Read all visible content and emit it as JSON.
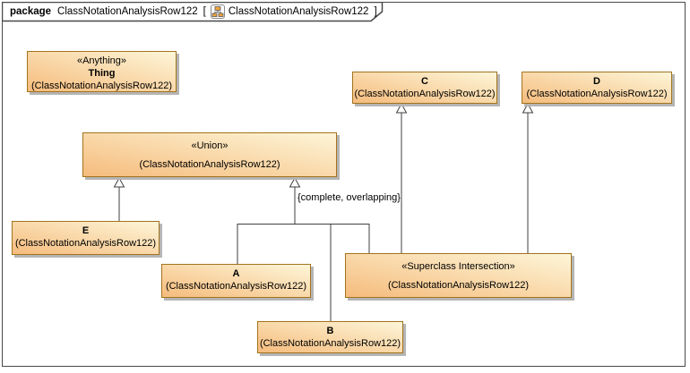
{
  "frame": {
    "keyword": "package",
    "package_name": "ClassNotationAnalysisRow122",
    "open_bracket": "[",
    "diagram_name": "ClassNotationAnalysisRow122",
    "close_bracket": "]"
  },
  "boxes": {
    "thing": {
      "stereotype": "«Anything»",
      "name": "Thing",
      "qualifier": "(ClassNotationAnalysisRow122)"
    },
    "union": {
      "stereotype": "«Union»",
      "qualifier": "(ClassNotationAnalysisRow122)"
    },
    "c": {
      "name": "C",
      "qualifier": "(ClassNotationAnalysisRow122)"
    },
    "d": {
      "name": "D",
      "qualifier": "(ClassNotationAnalysisRow122)"
    },
    "e": {
      "name": "E",
      "qualifier": "(ClassNotationAnalysisRow122)"
    },
    "a": {
      "name": "A",
      "qualifier": "(ClassNotationAnalysisRow122)"
    },
    "b": {
      "name": "B",
      "qualifier": "(ClassNotationAnalysisRow122)"
    },
    "superclass_intersection": {
      "stereotype": "«Superclass Intersection»",
      "qualifier": "(ClassNotationAnalysisRow122)"
    }
  },
  "labels": {
    "generalization_set": "{complete, overlapping}"
  },
  "icons": {
    "tab_icon": "class-diagram-icon"
  },
  "colors": {
    "box_gradient_start": "#f5bc7d",
    "box_gradient_end": "#fdf6d9",
    "box_border": "#a2731c",
    "box_shadow": "#b5b5b5",
    "connector": "#3f3f3f",
    "frame_border": "#484848",
    "icon_accent": "#f0a43c"
  }
}
